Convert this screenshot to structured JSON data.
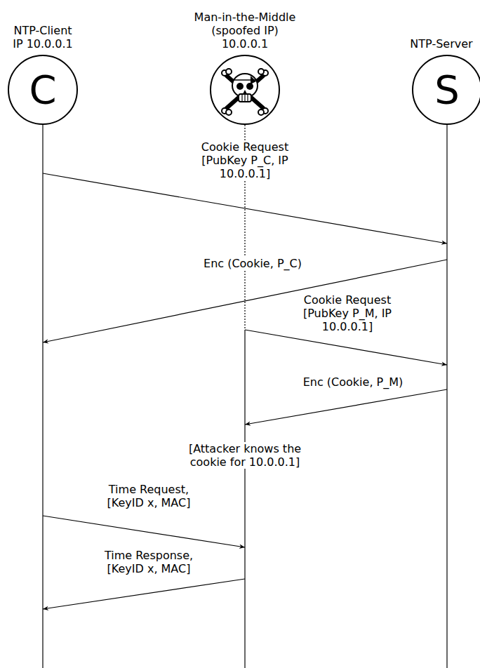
{
  "diagram": {
    "nodes": [
      {
        "text": [
          "NTP-Client IP 10.0.0.1",
          "C"
        ]
      },
      {
        "text": [
          "Man-in-the-Middle (spoofed IP) 10.0.0.1"
        ]
      },
      {
        "text": [
          "NTP-Server",
          "S"
        ]
      }
    ],
    "edges": [
      {
        "from": 0,
        "to": 2,
        "label": "Cookie Request [PubKey P_C, IP 10.0.0.1]",
        "arrow": "to"
      },
      {
        "from": 2,
        "to": 0,
        "label": "Enc (Cookie, P_C)",
        "arrow": "to"
      },
      {
        "from": 1,
        "to": 2,
        "label": "Cookie Request [PubKey P_M, IP 10.0.0.1]",
        "arrow": "to"
      },
      {
        "from": 2,
        "to": 1,
        "label": "Enc (Cookie, P_M)",
        "arrow": "to"
      },
      {
        "from": 0,
        "to": 1,
        "label": "Time Request, [KeyID x, MAC]",
        "arrow": "to"
      },
      {
        "from": 1,
        "to": 0,
        "label": "Time Response, [KeyID x, MAC]",
        "arrow": "to"
      }
    ],
    "labels": [
      "[Attacker knows the cookie for 10.0.0.1]"
    ]
  }
}
